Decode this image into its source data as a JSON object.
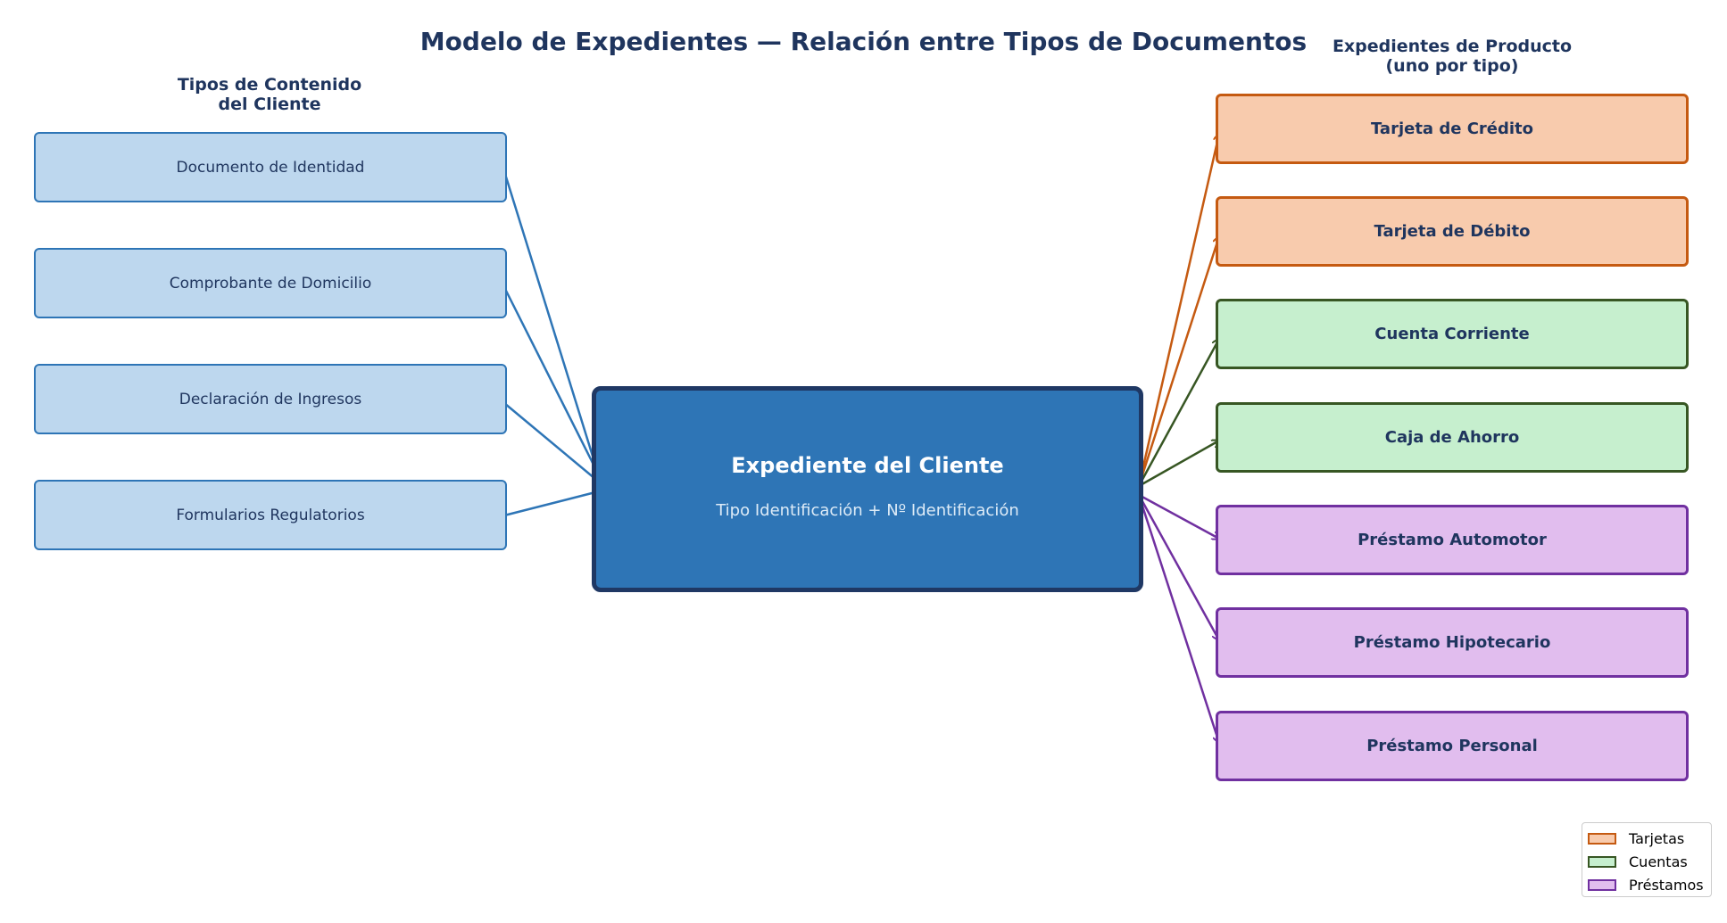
{
  "title": "Modelo de Expedientes — Relación entre Tipos de Documentos",
  "left_column": {
    "heading": [
      "Tipos de Contenido",
      "del Cliente"
    ],
    "items": [
      {
        "label": "Documento de Identidad"
      },
      {
        "label": "Comprobante de Domicilio"
      },
      {
        "label": "Declaración de Ingresos"
      },
      {
        "label": "Formularios Regulatorios"
      }
    ]
  },
  "center": {
    "title": "Expediente del Cliente",
    "subtitle": "Tipo Identificación + Nº Identificación"
  },
  "right_column": {
    "heading": [
      "Expedientes de Producto",
      "(uno por tipo)"
    ],
    "items": [
      {
        "label": "Tarjeta de Crédito",
        "group": "tarjetas"
      },
      {
        "label": "Tarjeta de Débito",
        "group": "tarjetas"
      },
      {
        "label": "Cuenta Corriente",
        "group": "cuentas"
      },
      {
        "label": "Caja de Ahorro",
        "group": "cuentas"
      },
      {
        "label": "Préstamo Automotor",
        "group": "prestamos"
      },
      {
        "label": "Préstamo Hipotecario",
        "group": "prestamos"
      },
      {
        "label": "Préstamo Personal",
        "group": "prestamos"
      }
    ]
  },
  "legend": [
    {
      "label": "Tarjetas",
      "fill": "#f8cbad",
      "stroke": "#c55a11"
    },
    {
      "label": "Cuentas",
      "fill": "#c6efce",
      "stroke": "#375623"
    },
    {
      "label": "Préstamos",
      "fill": "#e1bdee",
      "stroke": "#7030a0"
    }
  ],
  "colors": {
    "left_edge": "#2e75b6",
    "tarjetas": "#c55a11",
    "cuentas": "#375623",
    "prestamos": "#7030a0"
  }
}
